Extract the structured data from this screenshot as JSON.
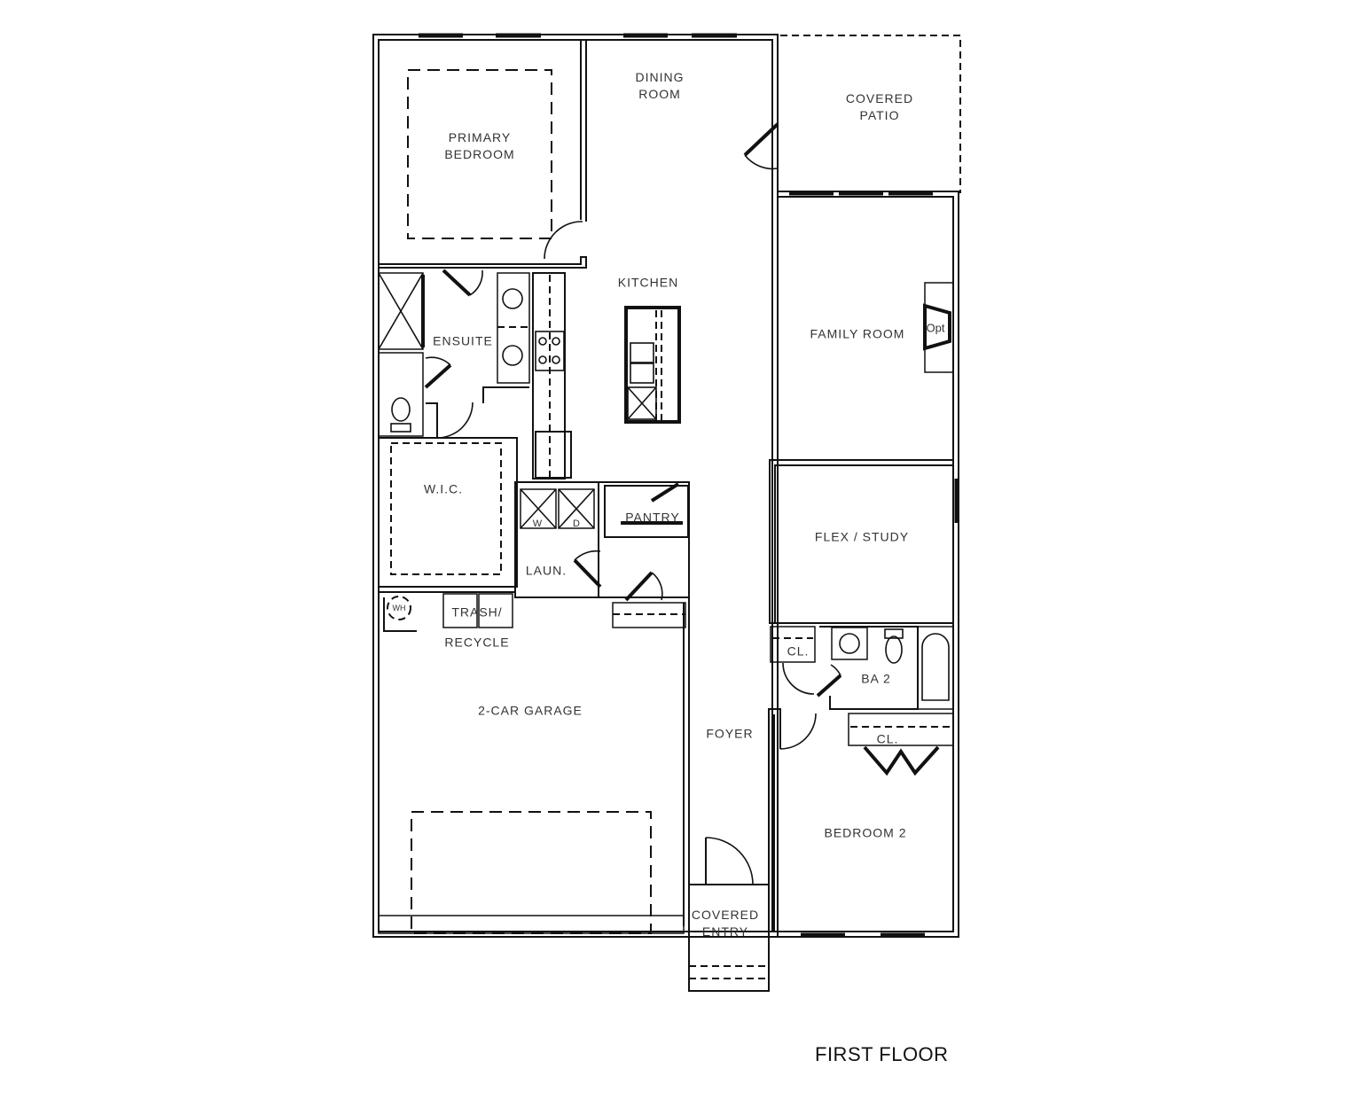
{
  "title": "FIRST FLOOR",
  "rooms": {
    "primary_bedroom": "PRIMARY\nBEDROOM",
    "dining_room": "DINING\nROOM",
    "covered_patio": "COVERED\nPATIO",
    "kitchen": "KITCHEN",
    "ensuite": "ENSUITE",
    "family_room": "FAMILY ROOM",
    "wic": "W.I.C.",
    "pantry": "PANTRY",
    "laundry": "LAUN.",
    "flex_study": "FLEX / STUDY",
    "closet_hall": "CL.",
    "bath2": "BA 2",
    "closet_bed2": "CL.",
    "trash_recycle_top": "TRASH/",
    "trash_recycle_bottom": "RECYCLE",
    "garage": "2-CAR GARAGE",
    "foyer": "FOYER",
    "bedroom2": "BEDROOM 2",
    "covered_entry": "COVERED\nENTRY"
  },
  "fixtures": {
    "fireplace": "Opt",
    "washer": "W",
    "dryer": "D",
    "water_heater": "WH"
  }
}
